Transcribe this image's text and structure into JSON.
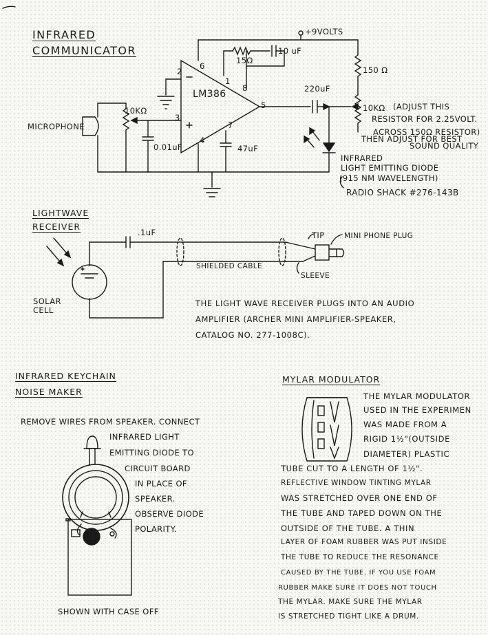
{
  "communicator": {
    "title_line1": "INFRARED",
    "title_line2": "COMMUNICATOR",
    "supply": "+9VOLTS",
    "chip": "LM386",
    "pins": {
      "p1": "1",
      "p2": "2",
      "p3": "3",
      "p4": "4",
      "p5": "5",
      "p6": "6",
      "p7": "7",
      "p8": "8"
    },
    "r_feedback": "15Ω",
    "c_feedback": "10 uF",
    "pot_label": "10KΩ",
    "mic_label": "MICROPHONE",
    "c_input": "0.01uF",
    "c_bypass": "47uF",
    "c_output": "220uF",
    "r_150": "150 Ω",
    "r_10k": "10KΩ",
    "adjust_note": [
      "(ADJUST THIS",
      "RESISTOR FOR 2.25VOLT.",
      "ACROSS 150Ω RESISTOR)",
      "THEN ADJUST FOR BEST",
      "SOUND QUALITY"
    ],
    "led_note": [
      "INFRARED",
      "LIGHT EMITTING DIODE",
      "(915 NM WAVELENGTH)",
      "RADIO SHACK #276-143B"
    ]
  },
  "receiver": {
    "title_line1": "LIGHTWAVE",
    "title_line2": "RECEIVER",
    "cap": ".1uF",
    "tip": "TIP",
    "plug": "MINI PHONE PLUG",
    "cable": "SHIELDED CABLE",
    "sleeve": "SLEEVE",
    "cell_line1": "SOLAR",
    "cell_line2": "CELL",
    "note": [
      "THE LIGHT WAVE RECEIVER PLUGS INTO AN AUDIO",
      "AMPLIFIER (ARCHER MINI AMPLIFIER-SPEAKER,",
      "CATALOG NO. 277-1008C)."
    ]
  },
  "keychain": {
    "title_line1": "INFRARED KEYCHAIN",
    "title_line2": "NOISE MAKER",
    "instr": [
      "REMOVE WIRES FROM SPEAKER. CONNECT",
      "INFRARED LIGHT",
      "EMITTING DIODE TO",
      "CIRCUIT BOARD",
      "IN PLACE OF",
      "SPEAKER.",
      "OBSERVE DIODE",
      "POLARITY."
    ],
    "caption": "SHOWN WITH CASE OFF"
  },
  "mylar": {
    "title": "MYLAR MODULATOR",
    "text": [
      "THE MYLAR MODULATOR",
      "USED IN THE EXPERIMEN",
      "WAS MADE FROM A",
      "RIGID 1½\"(OUTSIDE",
      "DIAMETER) PLASTIC",
      "TUBE CUT TO A LENGTH OF 1½\".",
      "REFLECTIVE WINDOW TINTING MYLAR",
      "WAS STRETCHED OVER ONE END OF",
      "THE TUBE AND TAPED DOWN ON THE",
      "OUTSIDE OF THE TUBE. A THIN",
      "LAYER OF FOAM RUBBER WAS PUT INSIDE",
      "THE TUBE TO REDUCE THE RESONANCE",
      "CAUSED BY THE TUBE. IF YOU USE FOAM",
      "RUBBER MAKE SURE IT DOES NOT TOUCH",
      "THE MYLAR. MAKE SURE THE MYLAR",
      "IS STRETCHED TIGHT LIKE A DRUM."
    ]
  }
}
